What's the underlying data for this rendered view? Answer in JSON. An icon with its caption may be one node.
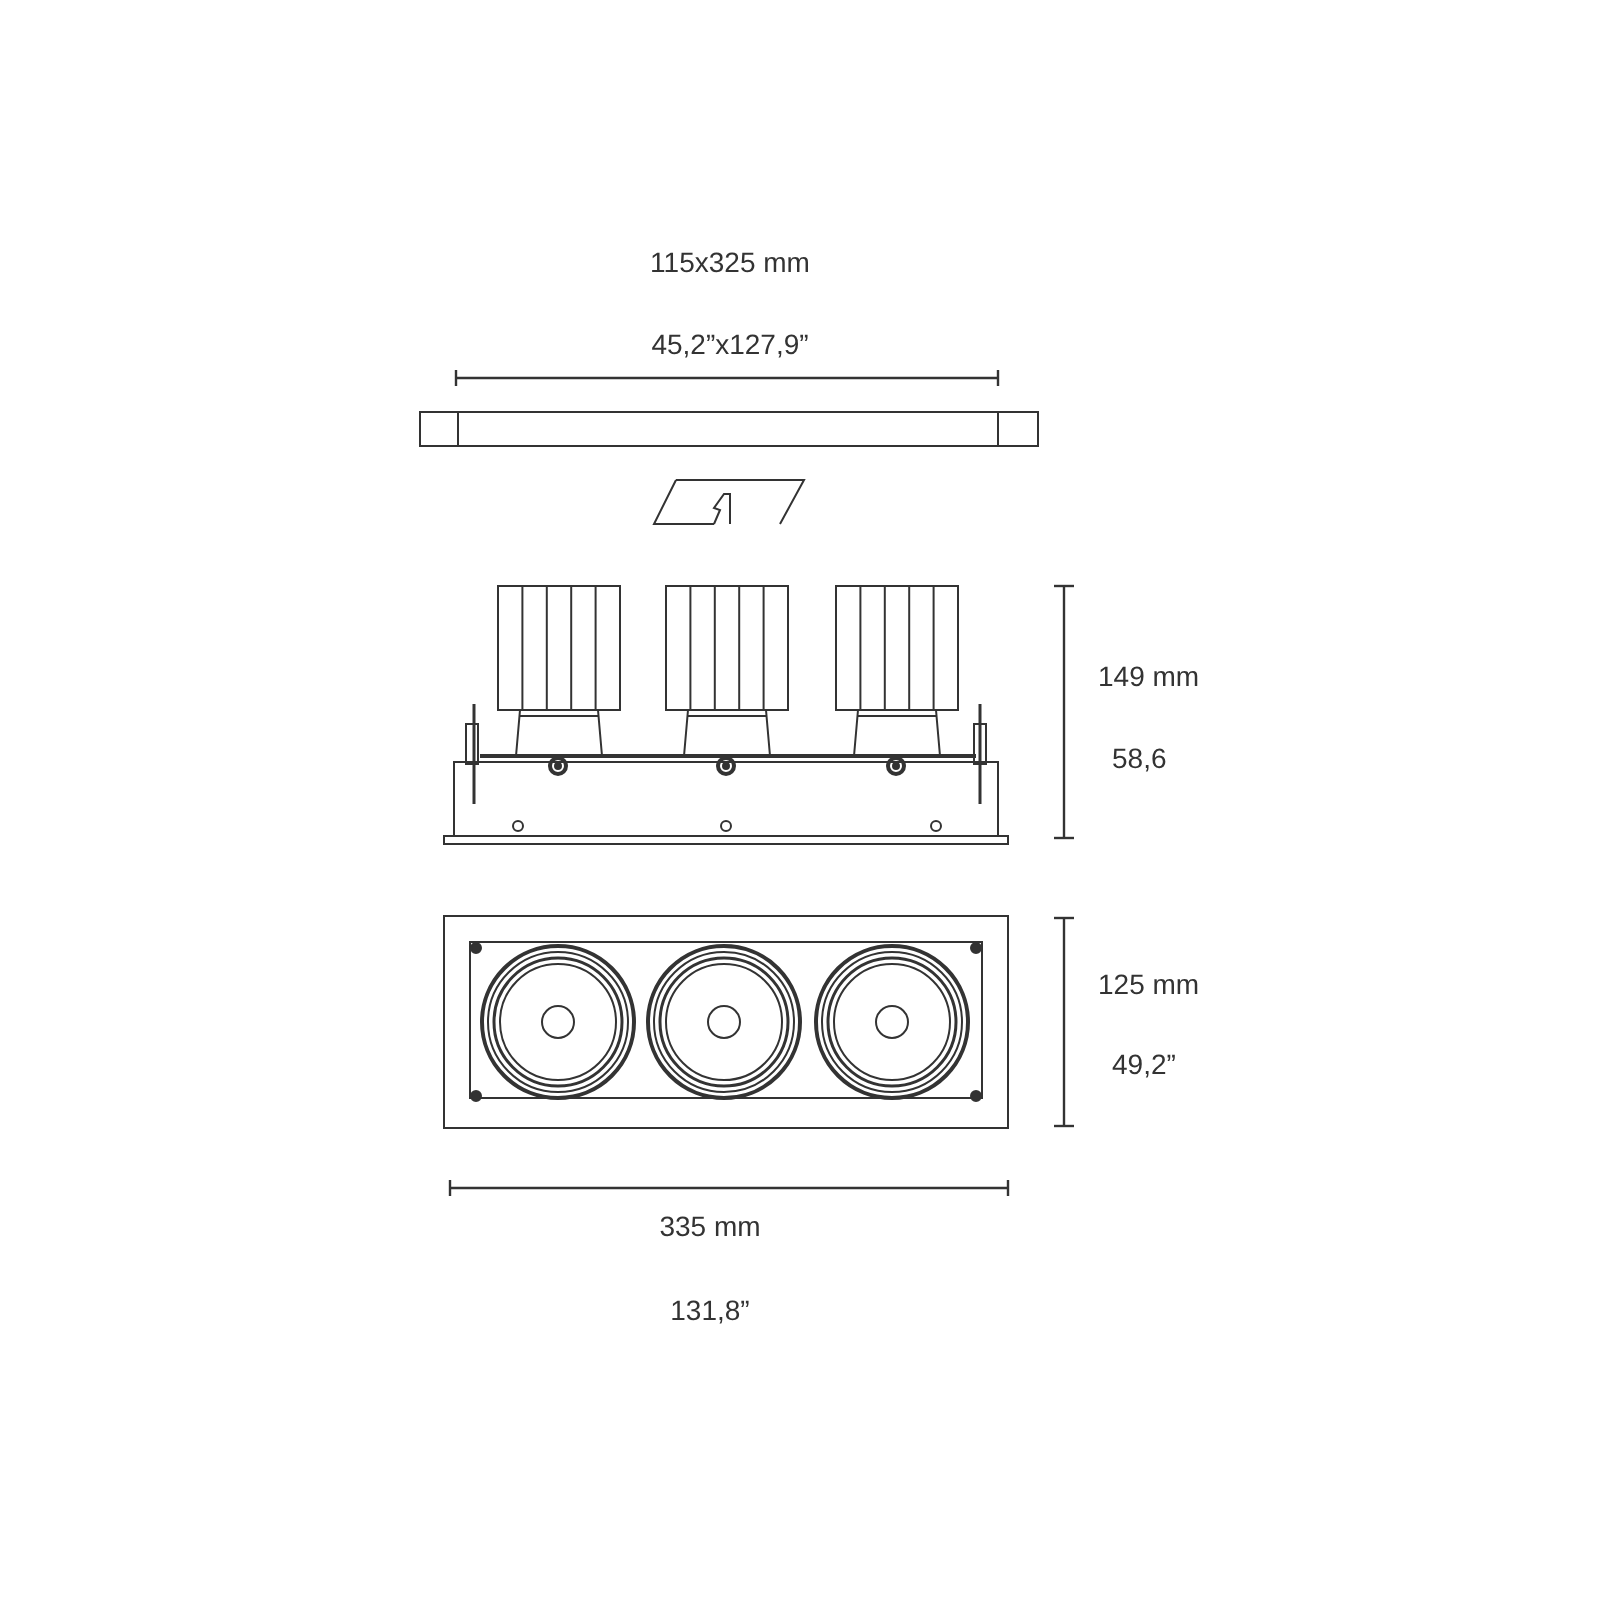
{
  "diagram": {
    "labels": [
      "115x325 mm",
      "45,2”x127,9”",
      "149 mm",
      "58,6",
      "125 mm",
      "49,2”",
      "335 mm",
      "131,8”"
    ]
  }
}
